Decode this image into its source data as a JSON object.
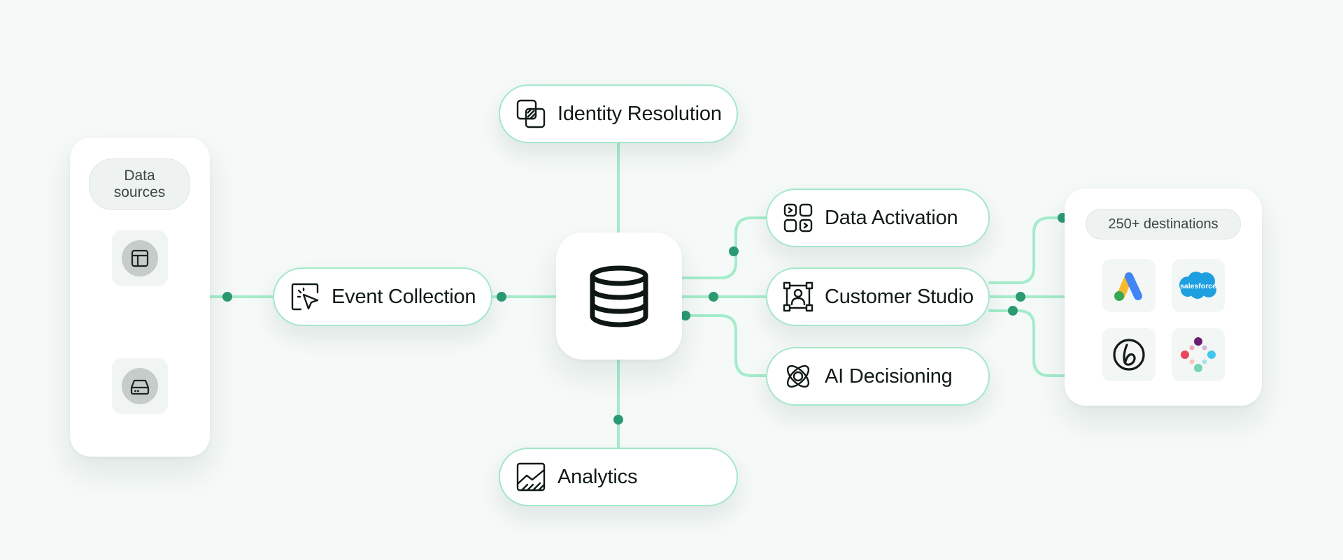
{
  "data_sources": {
    "label": "Data sources",
    "items": [
      {
        "icon": "layout-panel-icon"
      },
      {
        "icon": "storage-drive-icon"
      }
    ]
  },
  "hub": {
    "icon": "database-icon"
  },
  "nodes": {
    "event_collection": {
      "label": "Event Collection",
      "icon": "cursor-click-icon"
    },
    "identity_resolution": {
      "label": "Identity Resolution",
      "icon": "overlapping-squares-icon"
    },
    "analytics": {
      "label": "Analytics",
      "icon": "area-chart-icon"
    },
    "data_activation": {
      "label": "Data Activation",
      "icon": "app-grid-arrows-icon"
    },
    "customer_studio": {
      "label": "Customer Studio",
      "icon": "person-frame-icon"
    },
    "ai_decisioning": {
      "label": "AI Decisioning",
      "icon": "atom-orbit-icon"
    }
  },
  "destinations": {
    "label": "250+ destinations",
    "logos": [
      {
        "name": "google-ads-logo"
      },
      {
        "name": "salesforce-logo",
        "text": "salesforce"
      },
      {
        "name": "braze-logo"
      },
      {
        "name": "segment-dots-logo"
      }
    ]
  },
  "colors": {
    "line": "#a4ecca",
    "dot": "#2b9a73",
    "border": "#a4e8c8",
    "background": "#f5f9f8"
  }
}
